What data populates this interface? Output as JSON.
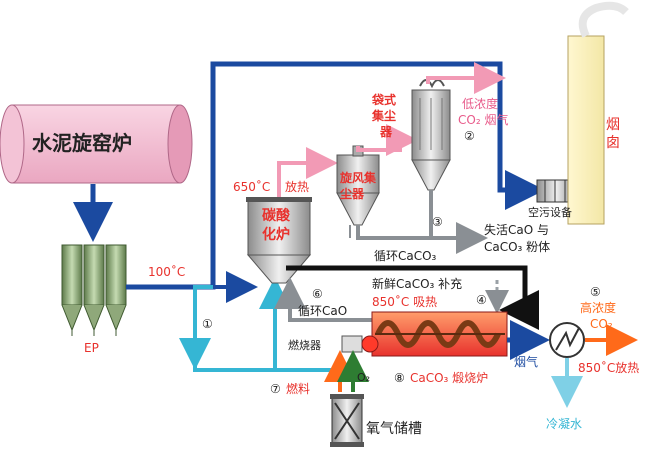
{
  "labels": {
    "kiln": "水泥旋窑炉",
    "ep": "EP",
    "temp_100": "100˚C",
    "carbonator_1": "碳酸",
    "carbonator_2": "化炉",
    "temp_650": "650˚C",
    "heat_release_1": "放热",
    "cyclone_1": "旋风集",
    "cyclone_2": "尘器",
    "bag_1": "袋式",
    "bag_2": "集尘",
    "bag_3": "器",
    "low_co2_1": "低浓度",
    "low_co2_2": "CO₂ 烟气",
    "num_2": "②",
    "stack": "烟囱",
    "apc": "空污设备",
    "num_3": "③",
    "inactive_1": "失活CaO 与",
    "inactive_2": "CaCO₃ 粉体",
    "recycle_caco3": "循环CaCO₃",
    "fresh_caco3": "新鲜CaCO₃ 补充",
    "num_4": "④",
    "temp_850_absorb": "850˚C 吸热",
    "num_6": "⑥",
    "recycle_cao": "循环CaO",
    "num_1": "①",
    "burner": "燃烧器",
    "num_7": "⑦",
    "fuel": "燃料",
    "o2": "O₂",
    "num_8": "⑧",
    "calciner": "CaCO₃ 煅烧炉",
    "flue_gas": "烟气",
    "num_5": "⑤",
    "high_co2_1": "高浓度",
    "high_co2_2": "CO₂",
    "heat_850": "850˚C放热",
    "condensate": "冷凝水",
    "oxygen_tank": "氧气储槽"
  },
  "colors": {
    "gas_line": "#1b4aa0",
    "solid_line": "#8a8f94",
    "cao_line": "#35b6d4",
    "caco3_line": "#111111",
    "low_co2_arrow": "#f29ab5",
    "condensate_arrow": "#7fd0e6",
    "fuel_arrow": "#ff6a1a",
    "o2_arrow": "#2e7d32",
    "label_red": "#e8322d",
    "label_pink": "#e85a8a"
  }
}
